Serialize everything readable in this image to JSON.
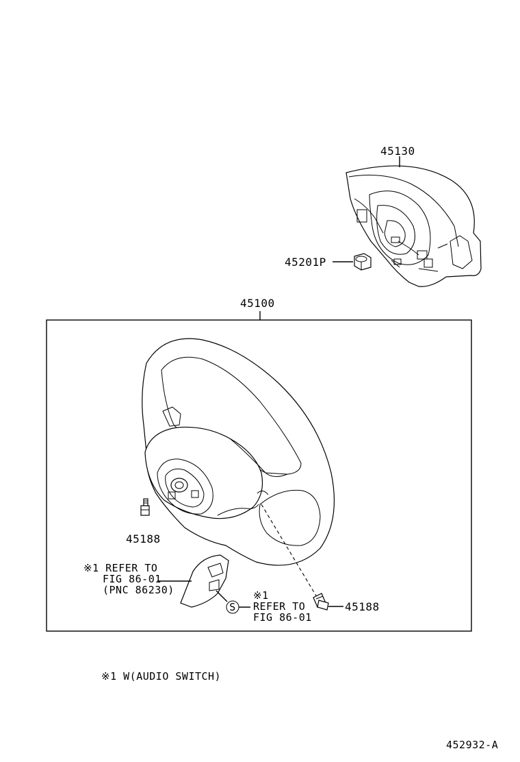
{
  "parts": {
    "pad": "45130",
    "nut": "45201P",
    "wheel_assy": "45100",
    "screw_left": "45188",
    "screw_right": "45188"
  },
  "notes": {
    "left_ref": [
      "※1 REFER TO",
      "FIG 86-01",
      "(PNC 86230)"
    ],
    "right_ref": [
      "※1",
      "REFER TO",
      "FIG 86-01"
    ],
    "footnote": "※1 W(AUDIO SWITCH)"
  },
  "symbol_s": "S",
  "diagram_code": "452932-A"
}
